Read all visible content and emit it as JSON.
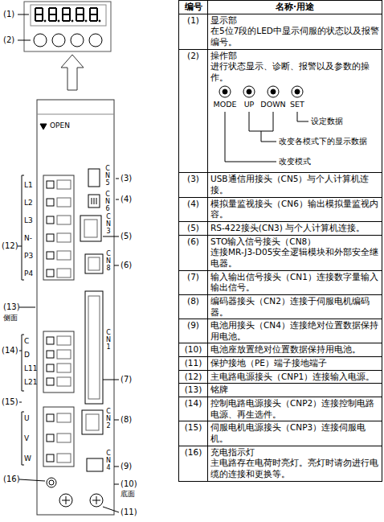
{
  "diagram": {
    "labels": [
      "(1)",
      "(2)",
      "(3)",
      "(4)",
      "(5)",
      "(6)",
      "(7)",
      "(8)",
      "(9)",
      "(10)",
      "(11)",
      "(12)",
      "(13)",
      "(14)",
      "(15)",
      "(16)",
      "OPEN",
      "L1",
      "L2",
      "L3",
      "N-",
      "P3",
      "P4",
      "C",
      "D",
      "L11",
      "L21",
      "U",
      "V",
      "W",
      "CN5",
      "CN6",
      "CN3",
      "CN8",
      "CN1",
      "CN2",
      "CN4",
      "侧面",
      "底面",
      "编号",
      "名称·用途",
      "(1)",
      "显示部",
      "在5位7段的LED中显示伺服的状态以及报警编号。",
      "(2)",
      "操作部",
      "进行状态显示、诊断、报警以及参数的操作。",
      "MODE",
      "UP",
      "DOWN",
      "SET",
      "设定数据",
      "改变各模式下的显示数据",
      "改变模式",
      "(3)",
      "USB通信用接头（CN5）与个人计算机连接。",
      "(4)",
      "模拟量监视接头（CN6）输出模拟量监视内容。",
      "(5)",
      "RS-422接头(CN3) 与个人计算机连接。",
      "(6)",
      "STO输入信号接头（CN8）",
      "连接MR-J3-D05安全逻辑模块和外部安全继电器。",
      "(7)",
      "输入输出信号接头（CN1）连接数字量输入输出信号。",
      "(8)",
      "编码器接头（CN2）连接于伺服电机编码器。",
      "(9)",
      "电池用接头（CN4）连接绝对位置数据保持用电池。",
      "(10)",
      "电池座放置绝对位置数据保持用电池。",
      "(11)",
      "保护接地（PE）端子接地端子",
      "(12)",
      "主电路电源接头（CNP1）连接输入电源。",
      "(13)",
      "铭牌",
      "(14)",
      "控制电路电源接头（CNP2）连接控制电路电源、再生选件。",
      "(15)",
      "伺服电机电源接头（CNP3）连接伺服电机。",
      "(16)",
      "充电指示灯",
      "主电路存在电荷时亮灯。亮灯时请勿进行电缆的连接和更换等。"
    ]
  }
}
